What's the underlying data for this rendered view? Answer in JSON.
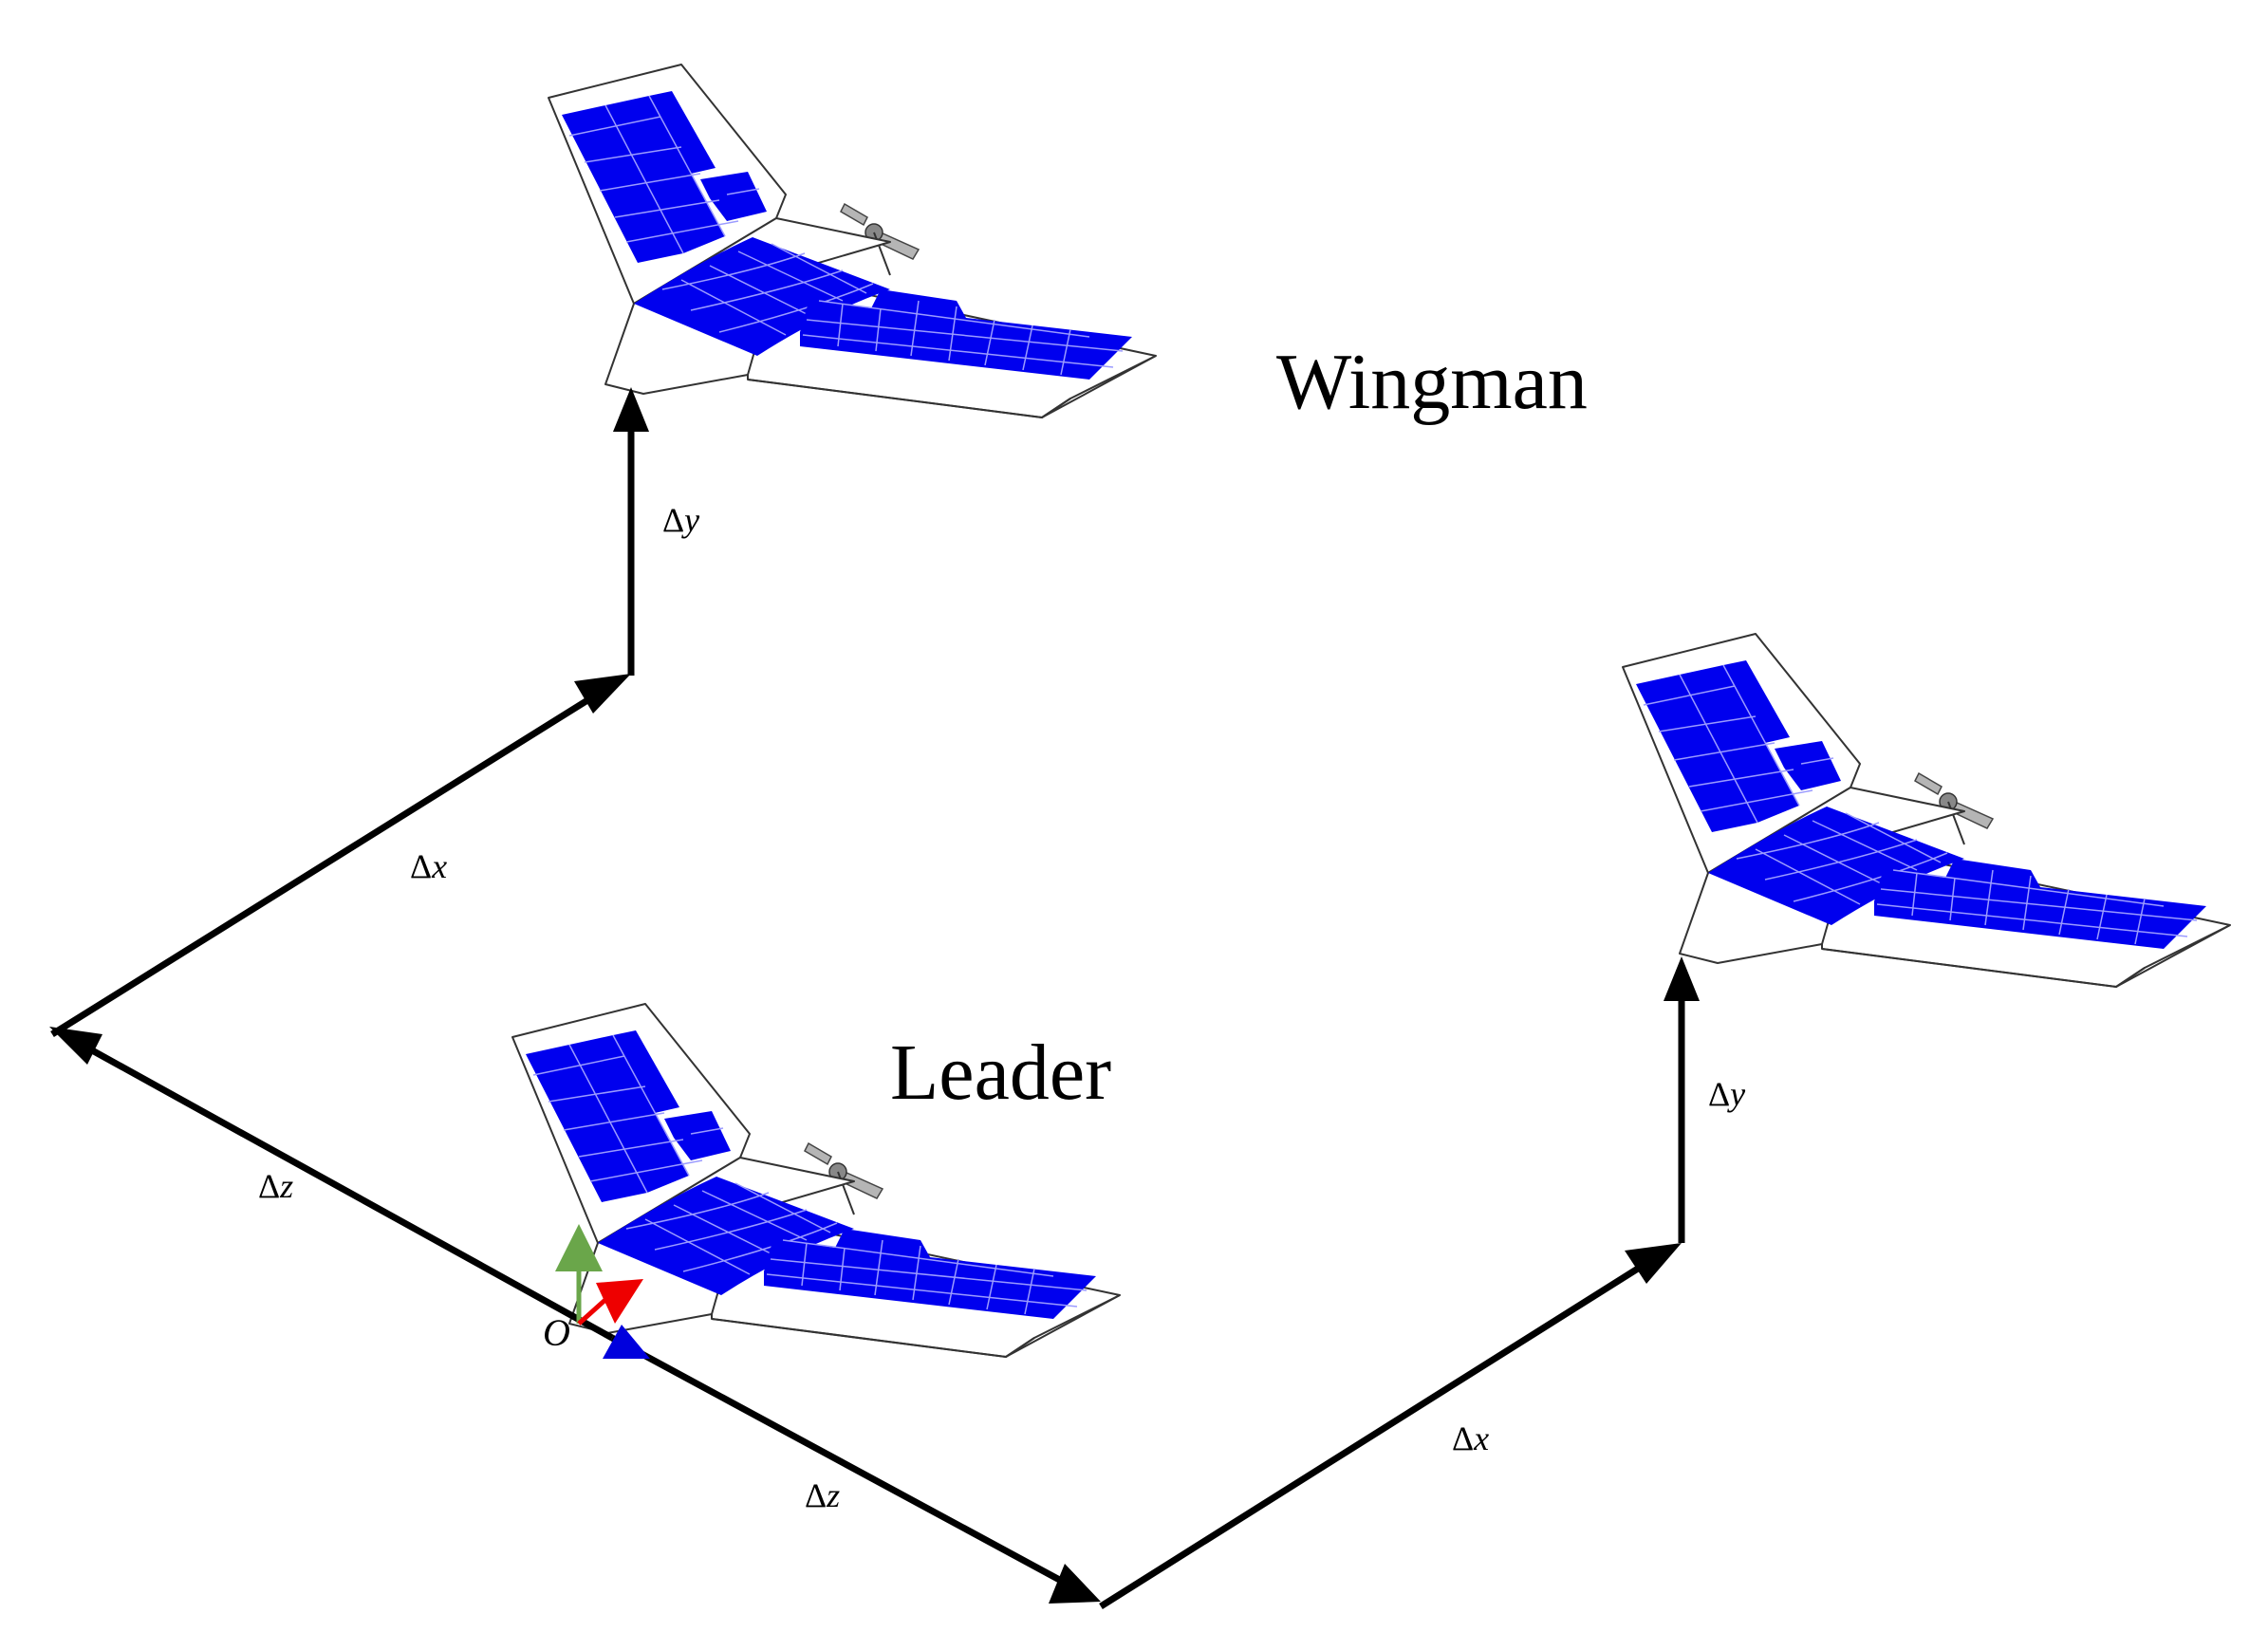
{
  "labels": {
    "wingman": "Wingman",
    "leader": "Leader",
    "origin": "O",
    "delta_symbol": "Δ",
    "dx": "x",
    "dy": "y",
    "dz": "z"
  },
  "colors": {
    "solar_panel": "#0000ee",
    "wing_fill": "#ffffff",
    "vector": "#000000",
    "axis_x": "#ee0000",
    "axis_y": "#6aa64a",
    "axis_z": "#0000dd"
  },
  "icons": {
    "aircraft": "flying-wing-uav-icon",
    "propeller": "propeller-icon",
    "axes": "body-frame-axes-icon"
  }
}
